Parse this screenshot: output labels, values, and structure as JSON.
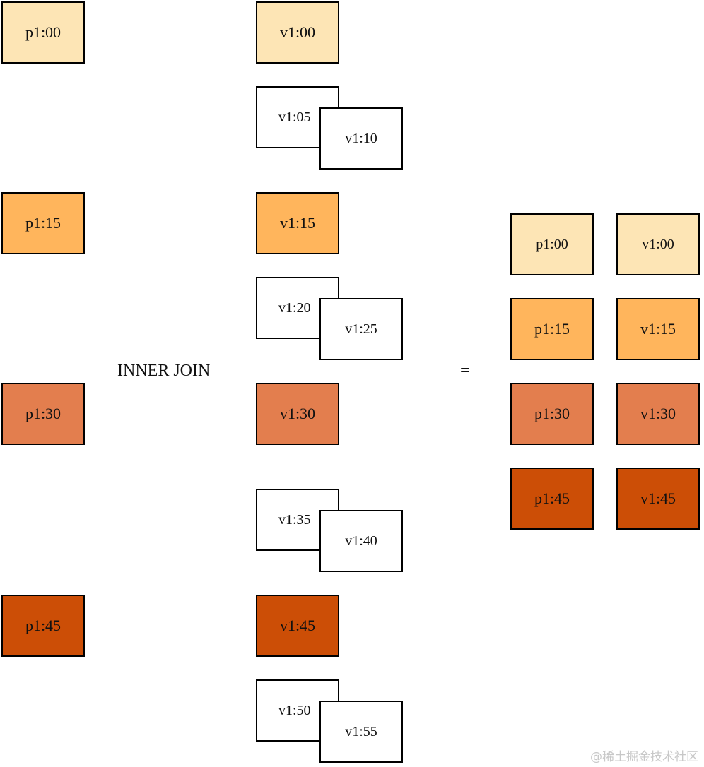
{
  "left": [
    "p1:00",
    "p1:15",
    "p1:30",
    "p1:45"
  ],
  "middle_matched": [
    "v1:00",
    "v1:15",
    "v1:30",
    "v1:45"
  ],
  "middle_unmatched": [
    {
      "back": "v1:05",
      "front": "v1:10"
    },
    {
      "back": "v1:20",
      "front": "v1:25"
    },
    {
      "back": "v1:35",
      "front": "v1:40"
    },
    {
      "back": "v1:50",
      "front": "v1:55"
    }
  ],
  "operator": "INNER JOIN",
  "equals": "=",
  "result": [
    {
      "left": "p1:00",
      "right": "v1:00"
    },
    {
      "left": "p1:15",
      "right": "v1:15"
    },
    {
      "left": "p1:30",
      "right": "v1:30"
    },
    {
      "left": "p1:45",
      "right": "v1:45"
    }
  ],
  "colors": {
    "c0": "#fde5b5",
    "c1": "#ffb55c",
    "c2": "#e37e4e",
    "c3": "#cc4e06",
    "unmatched": "#ffffff"
  },
  "watermark": "@稀土掘金技术社区"
}
